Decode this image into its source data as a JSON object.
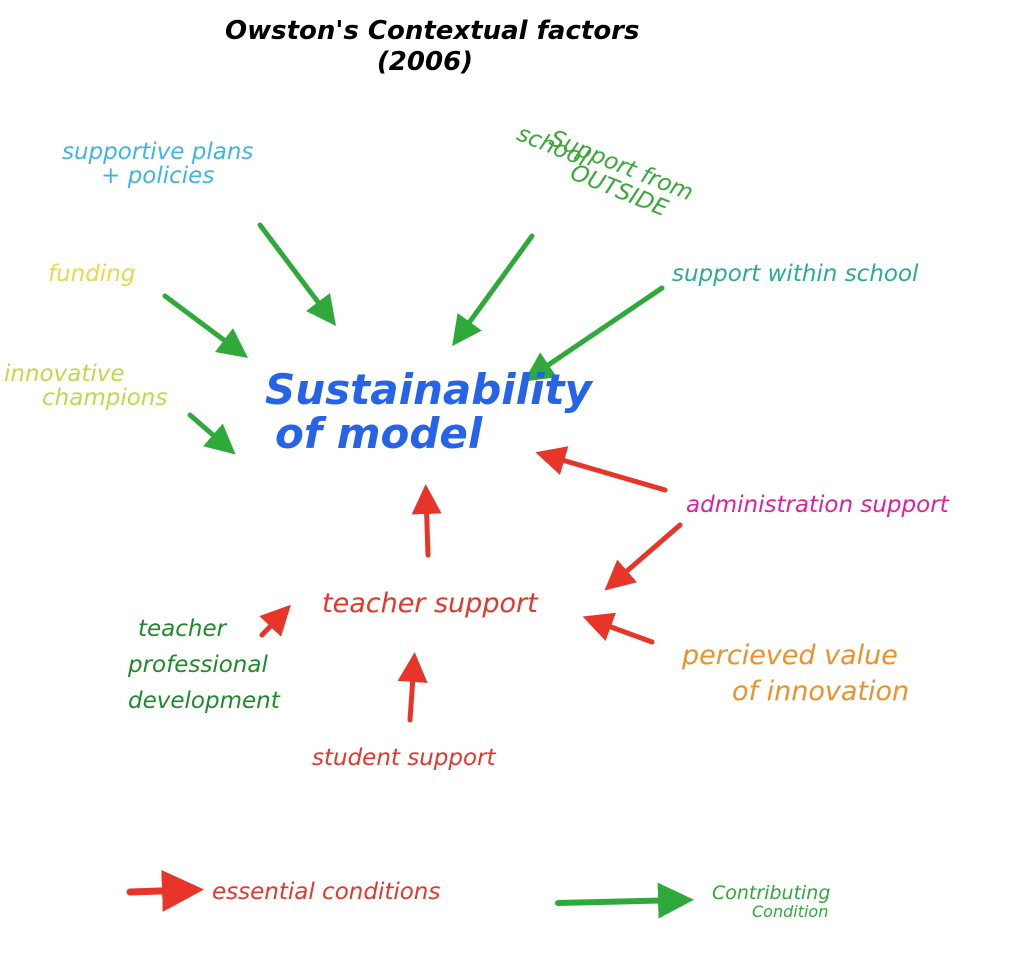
{
  "title": {
    "line1": "Owston's Contextual factors",
    "line2": "(2006)"
  },
  "center": {
    "line1": "Sustainability",
    "line2": "of model"
  },
  "nodes": {
    "policies": {
      "line1": "supportive plans",
      "line2": "+ policies"
    },
    "outside": {
      "line1": "Support from",
      "line2": "OUTSIDE",
      "line3": "school"
    },
    "within": {
      "line1": "support within school"
    },
    "funding": {
      "line1": "funding"
    },
    "champions": {
      "line1": "innovative",
      "line2": "champions"
    },
    "admin": {
      "line1": "administration support"
    },
    "teacher": {
      "line1": "teacher support"
    },
    "pd": {
      "line1": "teacher",
      "line2": "professional",
      "line3": "development"
    },
    "value": {
      "line1": "percieved value",
      "line2": "of innovation"
    },
    "student": {
      "line1": "student support"
    }
  },
  "legend": {
    "essential": "essential conditions",
    "contributing_line1": "Contributing",
    "contributing_line2": "Condition"
  },
  "colors": {
    "title": "#000000",
    "center": "#2563e8",
    "policies": "#3db5e8",
    "outside": "#3aa83a",
    "within": "#2aab97",
    "funding": "#e8d84a",
    "champions": "#c0d84a",
    "admin": "#e0209a",
    "teacher": "#e8352a",
    "pd": "#1f8a2a",
    "value": "#f0902a",
    "student": "#e8352a",
    "essential_arrow": "#e8352a",
    "contributing_arrow": "#2faa3a"
  }
}
